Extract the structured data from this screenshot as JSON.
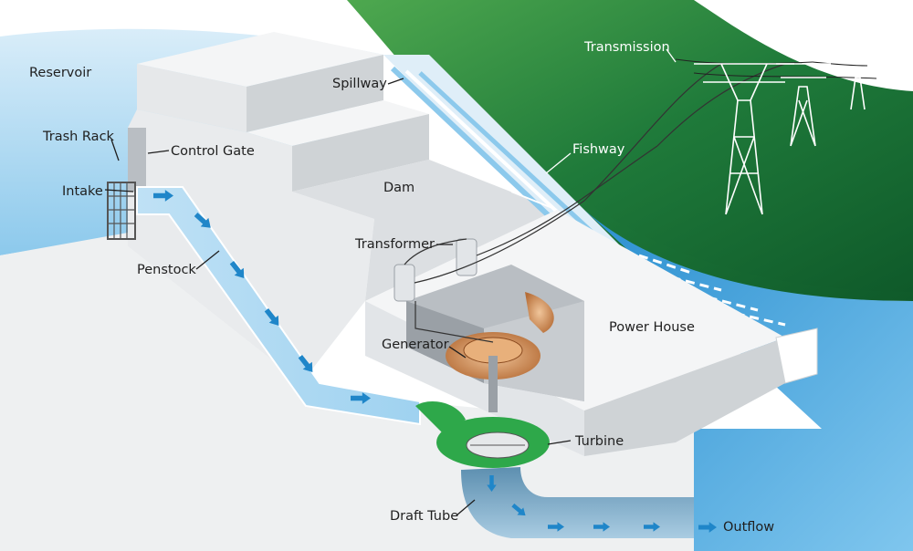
{
  "labels": {
    "reservoir": "Reservoir",
    "trash_rack": "Trash Rack",
    "control_gate": "Control Gate",
    "intake": "Intake",
    "penstock": "Penstock",
    "spillway": "Spillway",
    "dam": "Dam",
    "transformer": "Transformer",
    "generator": "Generator",
    "power_house": "Power House",
    "turbine": "Turbine",
    "draft_tube": "Draft Tube",
    "outflow": "Outflow",
    "transmission": "Transmission",
    "fishway": "Fishway"
  },
  "colors": {
    "water": "#5aaee0",
    "water_light": "#bfe1f5",
    "hill_green": "#1f7a3a",
    "hill_green_light": "#4ea84f",
    "concrete_top": "#f4f5f6",
    "concrete_side": "#d6d9dc",
    "turbine_green": "#2ea84a",
    "generator_copper": "#c98a52",
    "arrow_blue": "#1f86c9"
  },
  "icons": {
    "flow_arrow": "flow-arrow-icon",
    "pylon": "transmission-tower-icon"
  }
}
